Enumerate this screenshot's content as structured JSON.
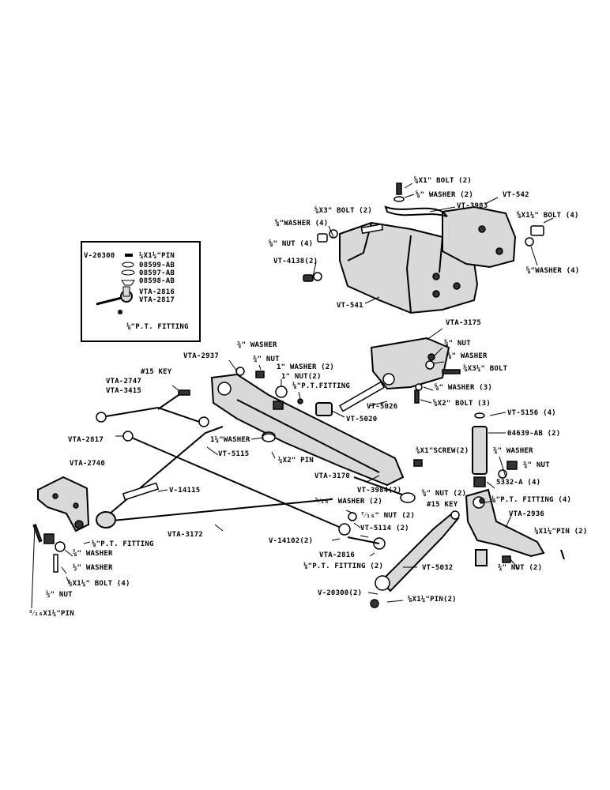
{
  "labels": {
    "bolt_58x1": "⅝X1\" BOLT (2)",
    "washer_58_a": "⅝\" WASHER (2)",
    "vt542": "VT-542",
    "vt3983": "VT-3983",
    "bolt_58x3": "⅝X3\" BOLT (2)",
    "bolt_58x114": "⅝X1¼\" BOLT (4)",
    "washer_58_4": "⅝\"WASHER (4)",
    "nut_58_4": "⅝\" NUT (4)",
    "vt4138": "VT-4138(2)",
    "washer_58_4b": "⅝\"WASHER (4)",
    "vt541": "VT-541",
    "inset_v20300": "V-20300",
    "inset_pin": "¼X1¼\"PIN",
    "inset_08599": "08599-AB",
    "inset_08597": "08597-AB",
    "inset_08598": "08598-AB",
    "inset_vta2816": "VTA-2816",
    "inset_vta2817": "VTA-2817",
    "inset_fitting": "⅛\"P.T. FITTING",
    "vta3175": "VTA-3175",
    "nut_38": "⅜\" NUT",
    "washer_38": "⅜\" WASHER",
    "bolt_38x3": "⅜X3¼\" BOLT",
    "washer_58_3": "⅝\" WASHER (3)",
    "bolt_58x2": "⅝X2\" BOLT (3)",
    "vt5026": "VT-5026",
    "vt5020": "VT-5020",
    "vta2937": "VTA-2937",
    "washer_34": "¾\" WASHER",
    "nut_34_a": "¾\" NUT",
    "washer_1": "1\" WASHER (2)",
    "nut_1": "1\" NUT(2)",
    "pt_fitting_a": "⅛\"P.T.FITTING",
    "key15_a": "#15 KEY",
    "vta2747": "VTA-2747",
    "vta3415": "VTA-3415",
    "vt5156": "VT-5156 (4)",
    "a04639": "04639-AB (2)",
    "screw_38x1": "⅜X1\"SCREW(2)",
    "washer_34_b": "¾\" WASHER",
    "nut_34_b": "¾\" NUT",
    "vta2817": "VTA-2817",
    "washer_114": "1¼\"WASHER",
    "vt5115": "VT-5115",
    "pin_14x2": "¼X2\" PIN",
    "vta3170": "VTA-3170",
    "vt3984": "VT-3984(2)",
    "nut_58_2": "⅝\" NUT (2)",
    "key15_b": "#15 KEY",
    "a5332": "5332-A (4)",
    "pt_fitting_4": "⅛\"P.T. FITTING (4)",
    "vta2936": "VTA-2936",
    "vta2740": "VTA-2740",
    "v14115": "V-14115",
    "washer_516": "⁵⁄₁₆\" WASHER (2)",
    "nut_716": "⁷⁄₁₆\" NUT (2)",
    "pin_18x114_2": "⅛X1¼\"PIN (2)",
    "pt_fitting_b": "⅛\"P.T. FITTING",
    "vta3172": "VTA-3172",
    "v14102": "V-14102(2)",
    "vt5114": "VT-5114 (2)",
    "vta2816": "VTA-2816",
    "nut_34_2": "¾\" NUT (2)",
    "washer_78": "⅞\" WASHER",
    "washer_12": "½\" WASHER",
    "bolt_12x114": "½X1¼\" BOLT (4)",
    "pt_fitting_2": "⅛\"P.T. FITTING (2)",
    "vt5032": "VT-5032",
    "nut_12": "½\" NUT",
    "v20300": "V-20300(2)",
    "pin_18x114_b": "⅛X1¼\"PIN(2)",
    "pin_316x114": "³⁄₁₆X1¼\"PIN"
  }
}
